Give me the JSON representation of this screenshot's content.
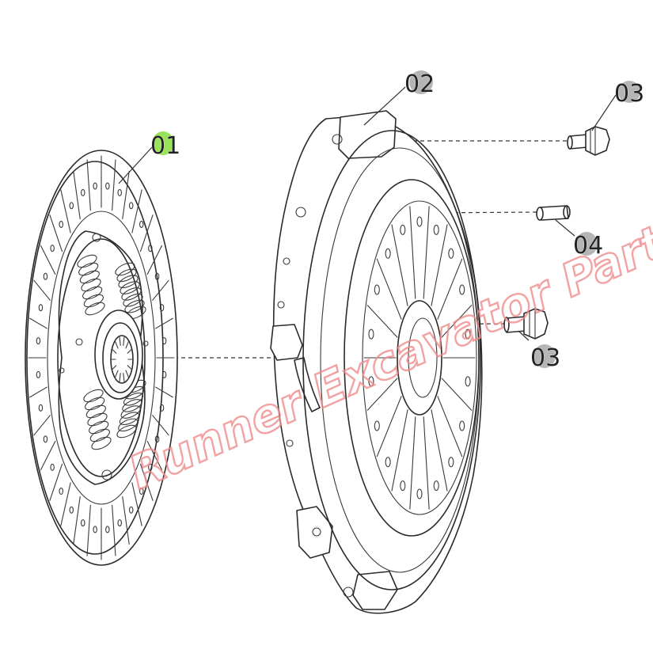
{
  "callouts": {
    "c01": {
      "label": "01",
      "marker_color": "#99e35a"
    },
    "c02": {
      "label": "02",
      "marker_color": "#b5b5b5"
    },
    "c03a": {
      "label": "03",
      "marker_color": "#b5b5b5"
    },
    "c03b": {
      "label": "03",
      "marker_color": "#b5b5b5"
    },
    "c04": {
      "label": "04",
      "marker_color": "#b5b5b5"
    }
  },
  "watermark": {
    "text": "Runner Excavator Parts",
    "color": "#f08b8b"
  }
}
